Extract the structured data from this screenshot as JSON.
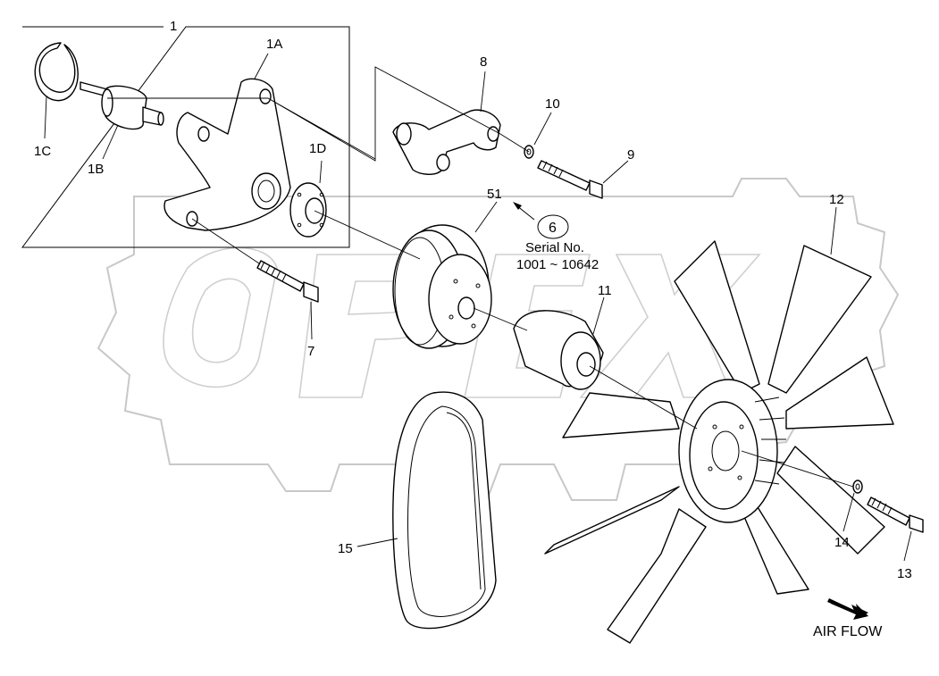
{
  "logo_text": "OPEX",
  "labels": {
    "l1": "1",
    "l1A": "1A",
    "l1B": "1B",
    "l1C": "1C",
    "l1D": "1D",
    "l7": "7",
    "l8": "8",
    "l9": "9",
    "l10": "10",
    "l11": "11",
    "l12": "12",
    "l13": "13",
    "l14": "14",
    "l15": "15",
    "l51": "51",
    "ref": "6"
  },
  "serial_note": {
    "line1": "Serial No.",
    "line2": "1001 ~ 10642"
  },
  "air_flow": "AIR FLOW"
}
